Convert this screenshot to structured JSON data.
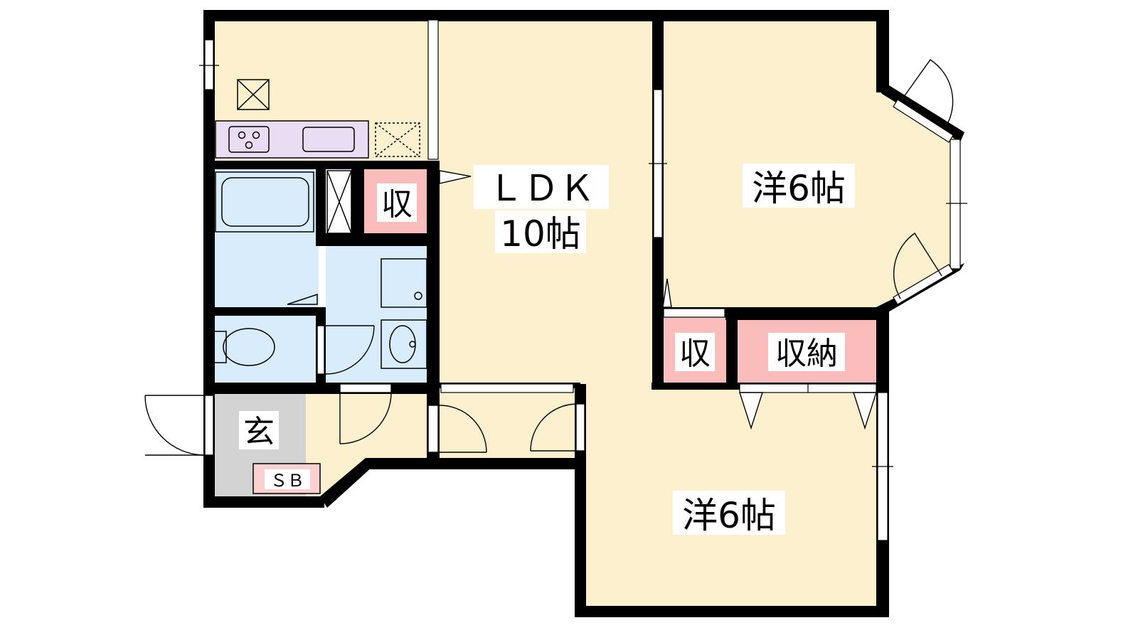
{
  "labels": {
    "ldk": "ＬＤＫ",
    "ldk_size": "10帖",
    "room_ne": "洋6帖",
    "room_se": "洋6帖",
    "storage_small_1": "収",
    "storage_small_2": "収",
    "closet": "収納",
    "entrance": "玄",
    "shoe_box": "ＳＢ"
  },
  "colors": {
    "wall": "#000000",
    "room_floor": "#fdf0cf",
    "kitchen_counter": "#eadcf3",
    "wet_area": "#d9ecfb",
    "storage": "#fbbcbc",
    "entrance_floor": "#d3d3d3",
    "shoe_box": "#fbd0d0"
  }
}
